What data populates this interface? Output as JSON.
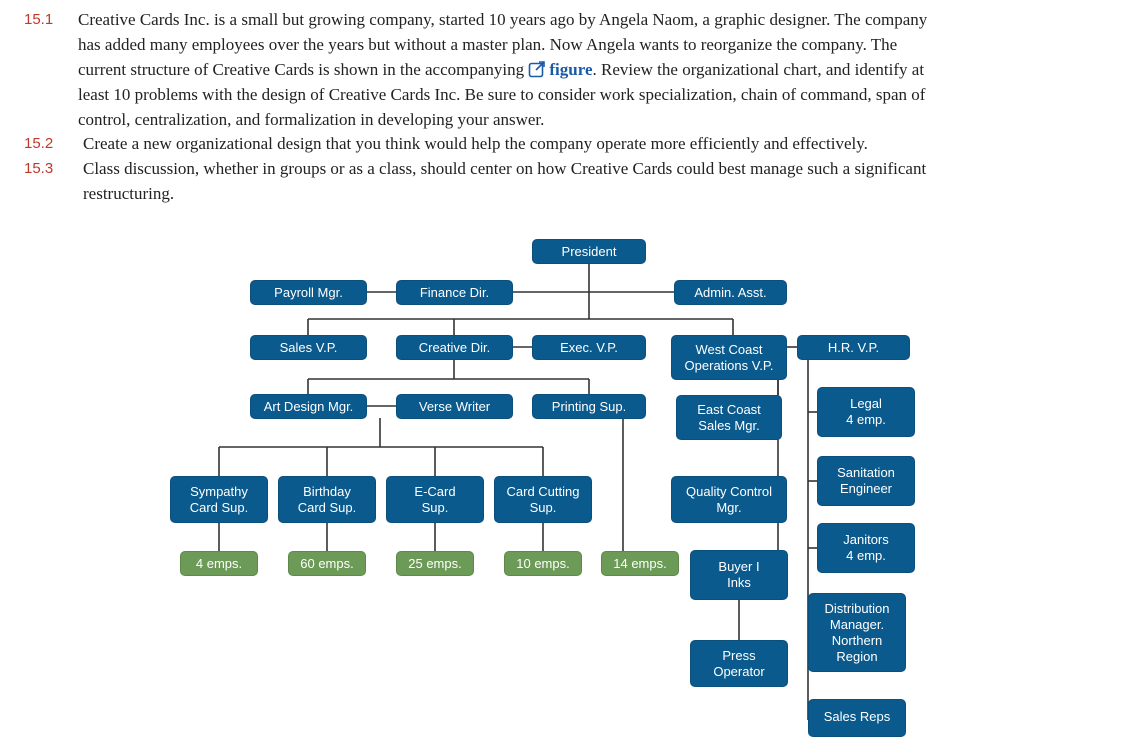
{
  "questions": [
    {
      "num": "15.1",
      "lines": [
        "Creative Cards Inc. is a small but growing company, started 10 years ago by Angela Naom, a graphic designer. The company",
        "has added many employees over the years but without a master plan. Now Angela wants to reorganize the company. The",
        [
          "current structure of Creative Cards is shown in the accompanying ",
          "figure",
          ". Review the organizational chart, and identify at"
        ],
        "least 10 problems with the design of Creative Cards Inc. Be sure to consider work specialization, chain of command, span of",
        "control, centralization, and formalization in developing your answer."
      ]
    },
    {
      "num": "15.2",
      "lines": [
        "Create a new organizational design that you think would help the company operate more efficiently and effectively."
      ]
    },
    {
      "num": "15.3",
      "lines": [
        "Class discussion, whether in groups or as a class, should center on how Creative Cards could best manage such a significant",
        "restructuring."
      ]
    }
  ],
  "colors": {
    "box": "#0a5a8e",
    "emp_box": "#6c9a57",
    "line": "#333333",
    "qnum": "#c0392b",
    "link": "#1a5aa6"
  },
  "icons": {
    "figure_link": "external-link-icon"
  },
  "org_chart": {
    "nodes": {
      "president": "President",
      "payroll": "Payroll Mgr.",
      "finance": "Finance Dir.",
      "admin": "Admin. Asst.",
      "sales_vp": "Sales V.P.",
      "creative": "Creative Dir.",
      "exec_vp": "Exec. V.P.",
      "west": "West Coast\nOperations V.P.",
      "hr": "H.R. V.P.",
      "art": "Art Design Mgr.",
      "verse": "Verse Writer",
      "printing": "Printing Sup.",
      "east": "East Coast\nSales Mgr.",
      "legal": "Legal\n4 emp.",
      "sanitation": "Sanitation\nEngineer",
      "sympathy": "Sympathy\nCard Sup.",
      "birthday": "Birthday\nCard Sup.",
      "ecard": "E-Card\nSup.",
      "cutting": "Card Cutting\nSup.",
      "quality": "Quality Control\nMgr.",
      "janitors": "Janitors\n4 emp.",
      "e4": "4 emps.",
      "e60": "60 emps.",
      "e25": "25 emps.",
      "e10": "10 emps.",
      "e14": "14 emps.",
      "buyer": "Buyer I\nInks",
      "distribution": "Distribution\nManager.\nNorthern\nRegion",
      "press": "Press\nOperator",
      "salesreps": "Sales Reps"
    }
  }
}
